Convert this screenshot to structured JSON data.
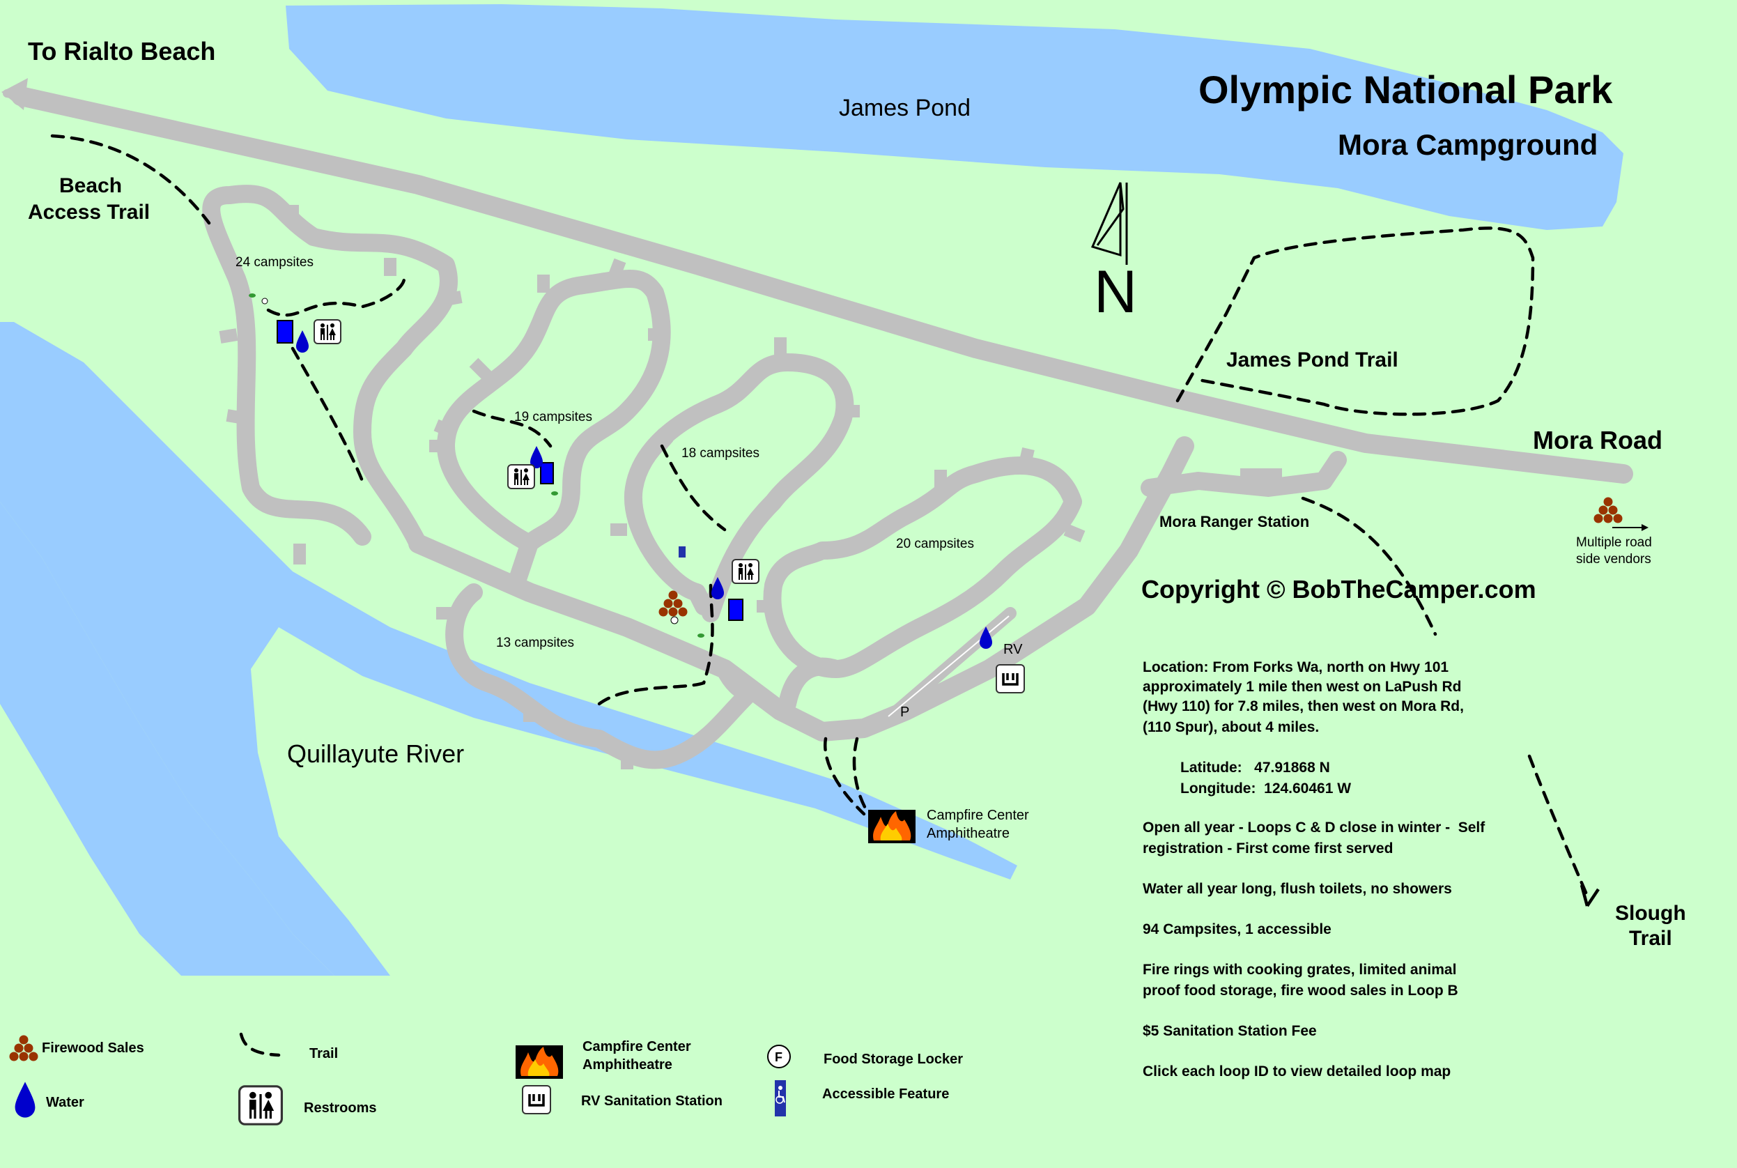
{
  "title": "Olympic National Park",
  "subtitle": "Mora Campground",
  "labels": {
    "to_rialto": "To Rialto Beach",
    "beach_trail_1": "Beach",
    "beach_trail_2": "Access Trail",
    "james_pond": "James Pond",
    "james_pond_trail": "James Pond Trail",
    "mora_road": "Mora Road",
    "ranger_station": "Mora Ranger Station",
    "quillayute": "Quillayute River",
    "slough_1": "Slough",
    "slough_2": "Trail",
    "vendors_1": "Multiple road",
    "vendors_2": "side vendors",
    "rv": "RV",
    "p": "P",
    "campfire_1": "Campfire Center",
    "campfire_2": "Amphitheatre",
    "north": "N",
    "copyright": "Copyright © BobTheCamper.com"
  },
  "loops": [
    {
      "id": "a",
      "label": "24 campsites"
    },
    {
      "id": "b",
      "label": "19 campsites"
    },
    {
      "id": "c",
      "label": "18 campsites"
    },
    {
      "id": "d",
      "label": "20 campsites"
    },
    {
      "id": "e",
      "label": "13 campsites"
    }
  ],
  "info": {
    "location": [
      "Location: From Forks Wa, north on Hwy 101",
      "approximately 1 mile then west on LaPush Rd",
      "(Hwy 110) for 7.8 miles, then west on Mora Rd,",
      "(110 Spur), about 4 miles."
    ],
    "latitude": "Latitude:   47.91868 N",
    "longitude": "Longitude:  124.60461 W",
    "season": [
      "Open all year - Loops C & D close in winter -  Self",
      "registration - First come first served"
    ],
    "water": "Water all year long, flush toilets, no showers",
    "campsites": "94 Campsites, 1 accessible",
    "fire": [
      "Fire rings with cooking grates, limited animal",
      "proof food storage, fire wood sales in Loop B"
    ],
    "fee": "$5 Sanitation Station Fee",
    "click": "Click each loop ID to view detailed loop map"
  },
  "legend": {
    "firewood": "Firewood Sales",
    "water": "Water",
    "trail": "Trail",
    "restrooms": "Restrooms",
    "campfire_1": "Campfire Center",
    "campfire_2": "Amphitheatre",
    "rv": "RV Sanitation Station",
    "food": "Food Storage Locker",
    "accessible": "Accessible Feature",
    "food_letter": "F"
  },
  "colors": {
    "background": "#ccffcc",
    "water": "#99ccff",
    "road": "#c0c0c0",
    "firewood": "#993300",
    "water_icon": "#0000cc"
  }
}
